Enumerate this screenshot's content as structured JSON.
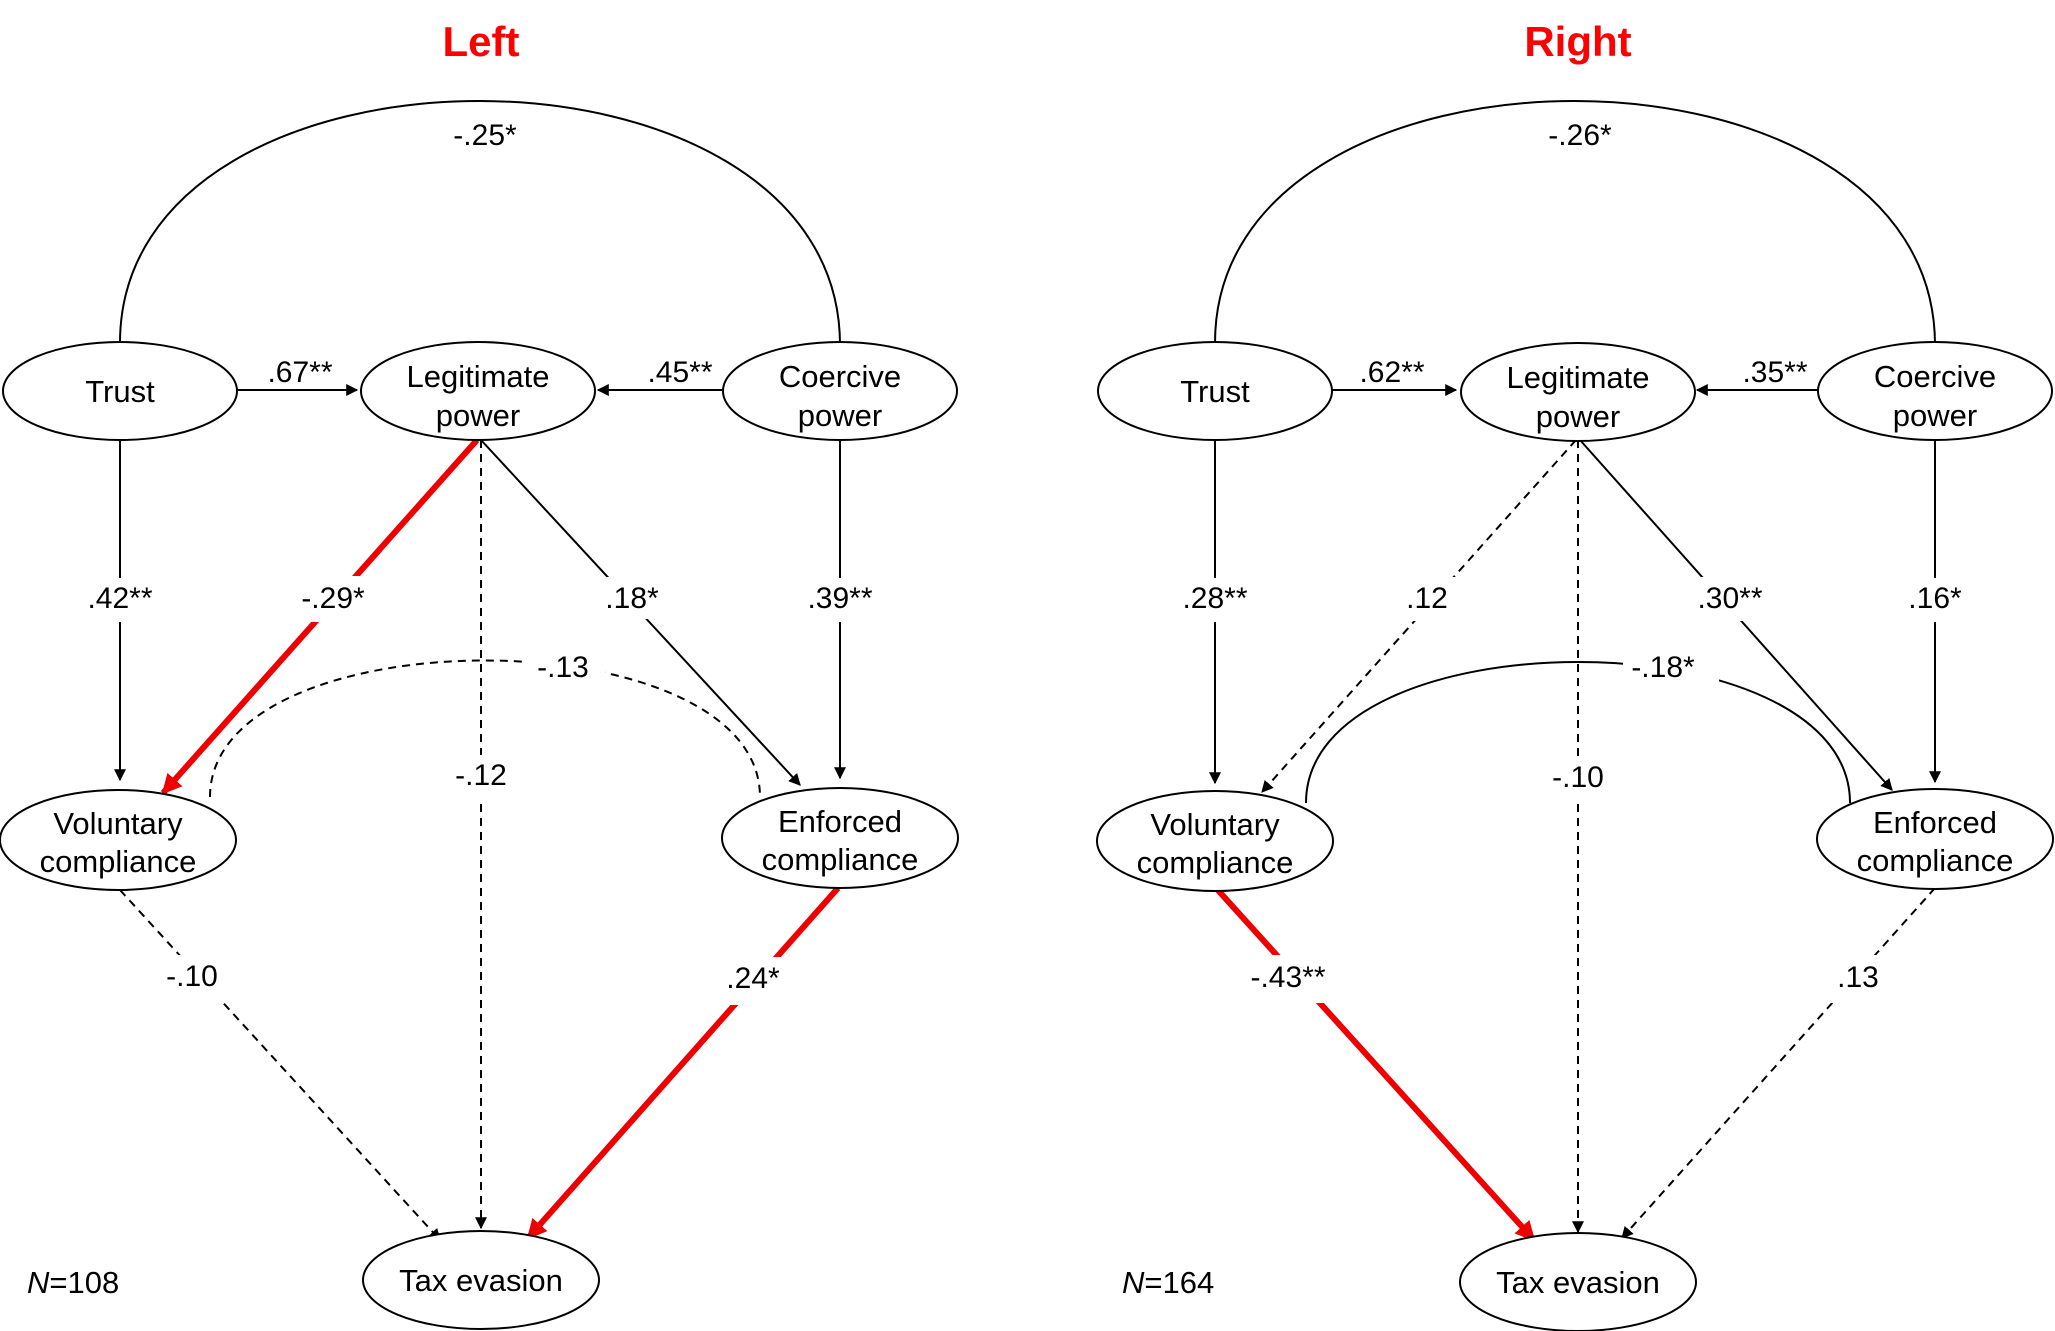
{
  "colors": {
    "title": "#ff0000",
    "highlight": "#ee0000",
    "line": "#000000",
    "background": "#ffffff"
  },
  "panels": [
    {
      "title": "Left",
      "n_label": "=108",
      "nodes": {
        "trust": [
          "Trust"
        ],
        "legit": [
          "Legitimate",
          "power"
        ],
        "coerc": [
          "Coercive",
          "power"
        ],
        "vol": [
          "Voluntary",
          "compliance"
        ],
        "enf": [
          "Enforced",
          "compliance"
        ],
        "tax": [
          "Tax evasion"
        ]
      },
      "edges": [
        {
          "id": "cov-trust-coerc",
          "label": ".25*",
          "sign": "-",
          "style": "solid",
          "kind": "covariance"
        },
        {
          "id": "trust-legit",
          "label": ".67**",
          "style": "solid",
          "kind": "path"
        },
        {
          "id": "coerc-legit",
          "label": ".45**",
          "style": "solid",
          "kind": "path"
        },
        {
          "id": "trust-vol",
          "label": ".42**",
          "style": "solid",
          "kind": "path"
        },
        {
          "id": "legit-vol",
          "label": "-.29*",
          "style": "highlight",
          "kind": "path"
        },
        {
          "id": "legit-tax",
          "label": "-.12",
          "style": "dashed",
          "kind": "path"
        },
        {
          "id": "legit-enf",
          "label": ".18*",
          "style": "solid",
          "kind": "path"
        },
        {
          "id": "coerc-enf",
          "label": ".39**",
          "style": "solid",
          "kind": "path"
        },
        {
          "id": "cov-vol-enf",
          "label": "-.13",
          "style": "dashed",
          "kind": "covariance"
        },
        {
          "id": "vol-tax",
          "label": "-.10",
          "style": "dashed",
          "kind": "path"
        },
        {
          "id": "enf-tax",
          "label": ".24*",
          "style": "highlight",
          "kind": "path"
        }
      ]
    },
    {
      "title": "Right",
      "n_label": "=164",
      "nodes": {
        "trust": [
          "Trust"
        ],
        "legit": [
          "Legitimate",
          "power"
        ],
        "coerc": [
          "Coercive",
          "power"
        ],
        "vol": [
          "Voluntary",
          "compliance"
        ],
        "enf": [
          "Enforced",
          "compliance"
        ],
        "tax": [
          "Tax evasion"
        ]
      },
      "edges": [
        {
          "id": "cov-trust-coerc",
          "label": ".26*",
          "sign": "-",
          "style": "solid",
          "kind": "covariance"
        },
        {
          "id": "trust-legit",
          "label": ".62**",
          "style": "solid",
          "kind": "path"
        },
        {
          "id": "coerc-legit",
          "label": ".35**",
          "style": "solid",
          "kind": "path"
        },
        {
          "id": "trust-vol",
          "label": ".28**",
          "style": "solid",
          "kind": "path"
        },
        {
          "id": "legit-vol",
          "label": ".12",
          "style": "dashed",
          "kind": "path"
        },
        {
          "id": "legit-tax",
          "label": "-.10",
          "style": "dashed",
          "kind": "path"
        },
        {
          "id": "legit-enf",
          "label": ".30**",
          "style": "solid",
          "kind": "path"
        },
        {
          "id": "coerc-enf",
          "label": ".16*",
          "style": "solid",
          "kind": "path"
        },
        {
          "id": "cov-vol-enf",
          "label": "-.18*",
          "style": "solid",
          "kind": "covariance"
        },
        {
          "id": "vol-tax",
          "label": "-.43**",
          "style": "highlight",
          "kind": "path"
        },
        {
          "id": "enf-tax",
          "label": ".13",
          "style": "dashed",
          "kind": "path"
        }
      ]
    }
  ]
}
